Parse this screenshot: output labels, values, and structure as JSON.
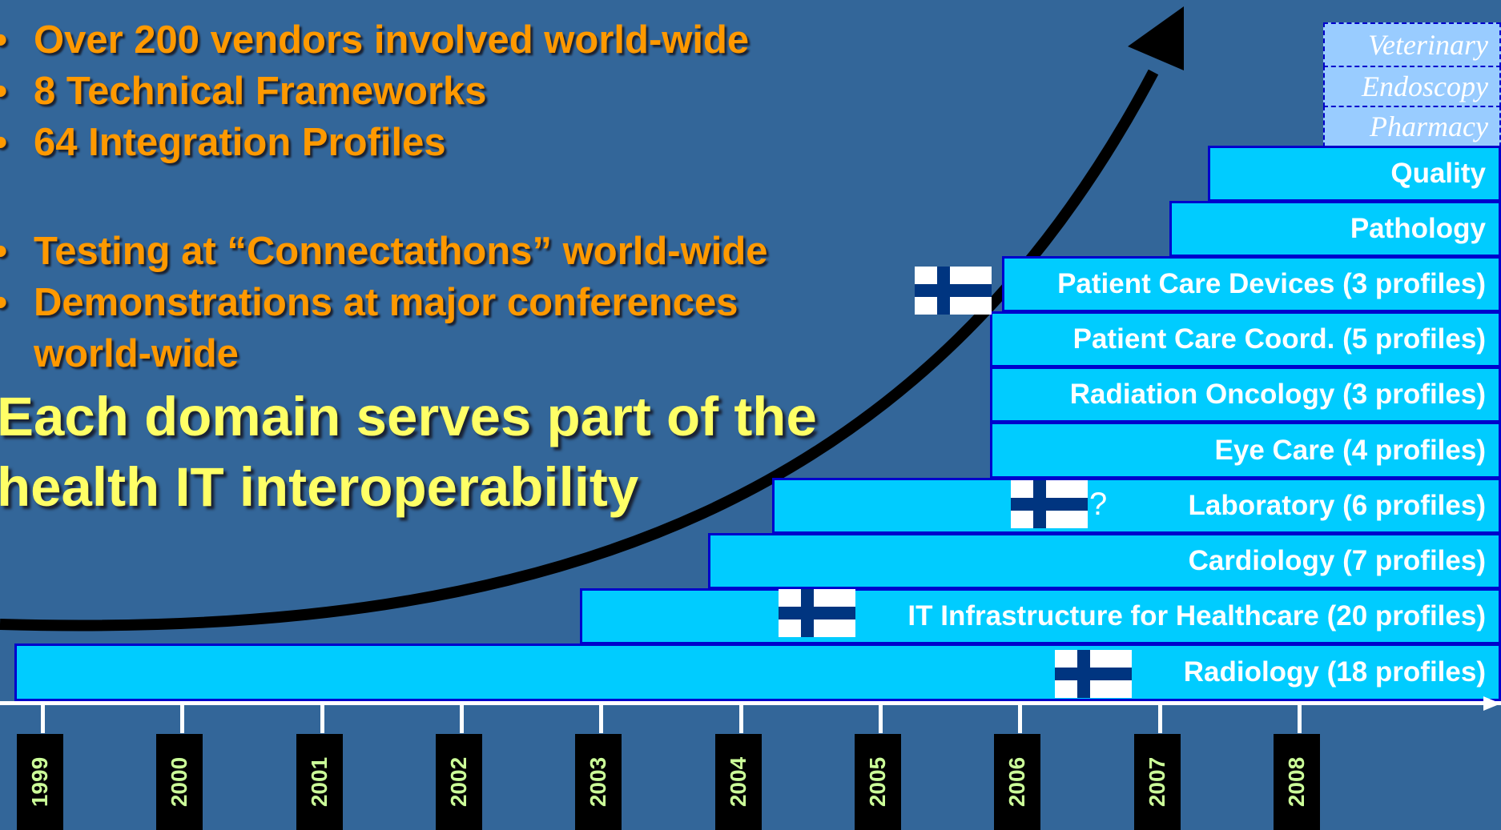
{
  "bullets": [
    "Over 200 vendors involved world-wide",
    "8 Technical Frameworks",
    "64 Integration Profiles",
    "Testing at “Connectathons” world-wide",
    "Demonstrations at major conferences",
    "world-wide"
  ],
  "bullet_symbol": "•",
  "headline": [
    "Each domain serves part of the",
    "health IT interoperability"
  ],
  "future_domains": [
    "Veterinary",
    "Endoscopy",
    "Pharmacy"
  ],
  "domains": [
    "Quality",
    "Pathology",
    "Patient Care Devices (3 profiles)",
    "Patient Care Coord. (5 profiles)",
    "Radiation Oncology (3 profiles)",
    "Eye Care (4 profiles)",
    "Laboratory (6 profiles)",
    "Cardiology (7 profiles)",
    "IT Infrastructure for Healthcare (20 profiles)",
    "Radiology (18 profiles)"
  ],
  "question_mark": "?",
  "years": [
    "1999",
    "2000",
    "2001",
    "2002",
    "2003",
    "2004",
    "2005",
    "2006",
    "2007",
    "2008"
  ],
  "colors": {
    "background": "#336699",
    "bullet_text": "#ff9900",
    "headline_text": "#ffff66",
    "bar_fill": "#00ccff",
    "bar_border": "#0000cc",
    "future_bar_fill": "#99ccff",
    "year_text": "#ccff99",
    "flag_blue": "#003580"
  }
}
